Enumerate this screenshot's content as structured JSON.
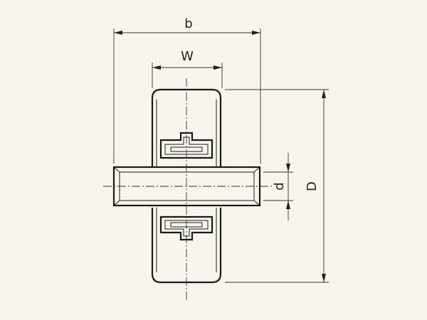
{
  "diagram": {
    "labels": {
      "overall_width": "b",
      "tread_width": "W",
      "bore_diameter": "d",
      "wheel_diameter": "D"
    },
    "colors": {
      "background": "#f8f5ec",
      "line": "#1a1a1a"
    }
  }
}
